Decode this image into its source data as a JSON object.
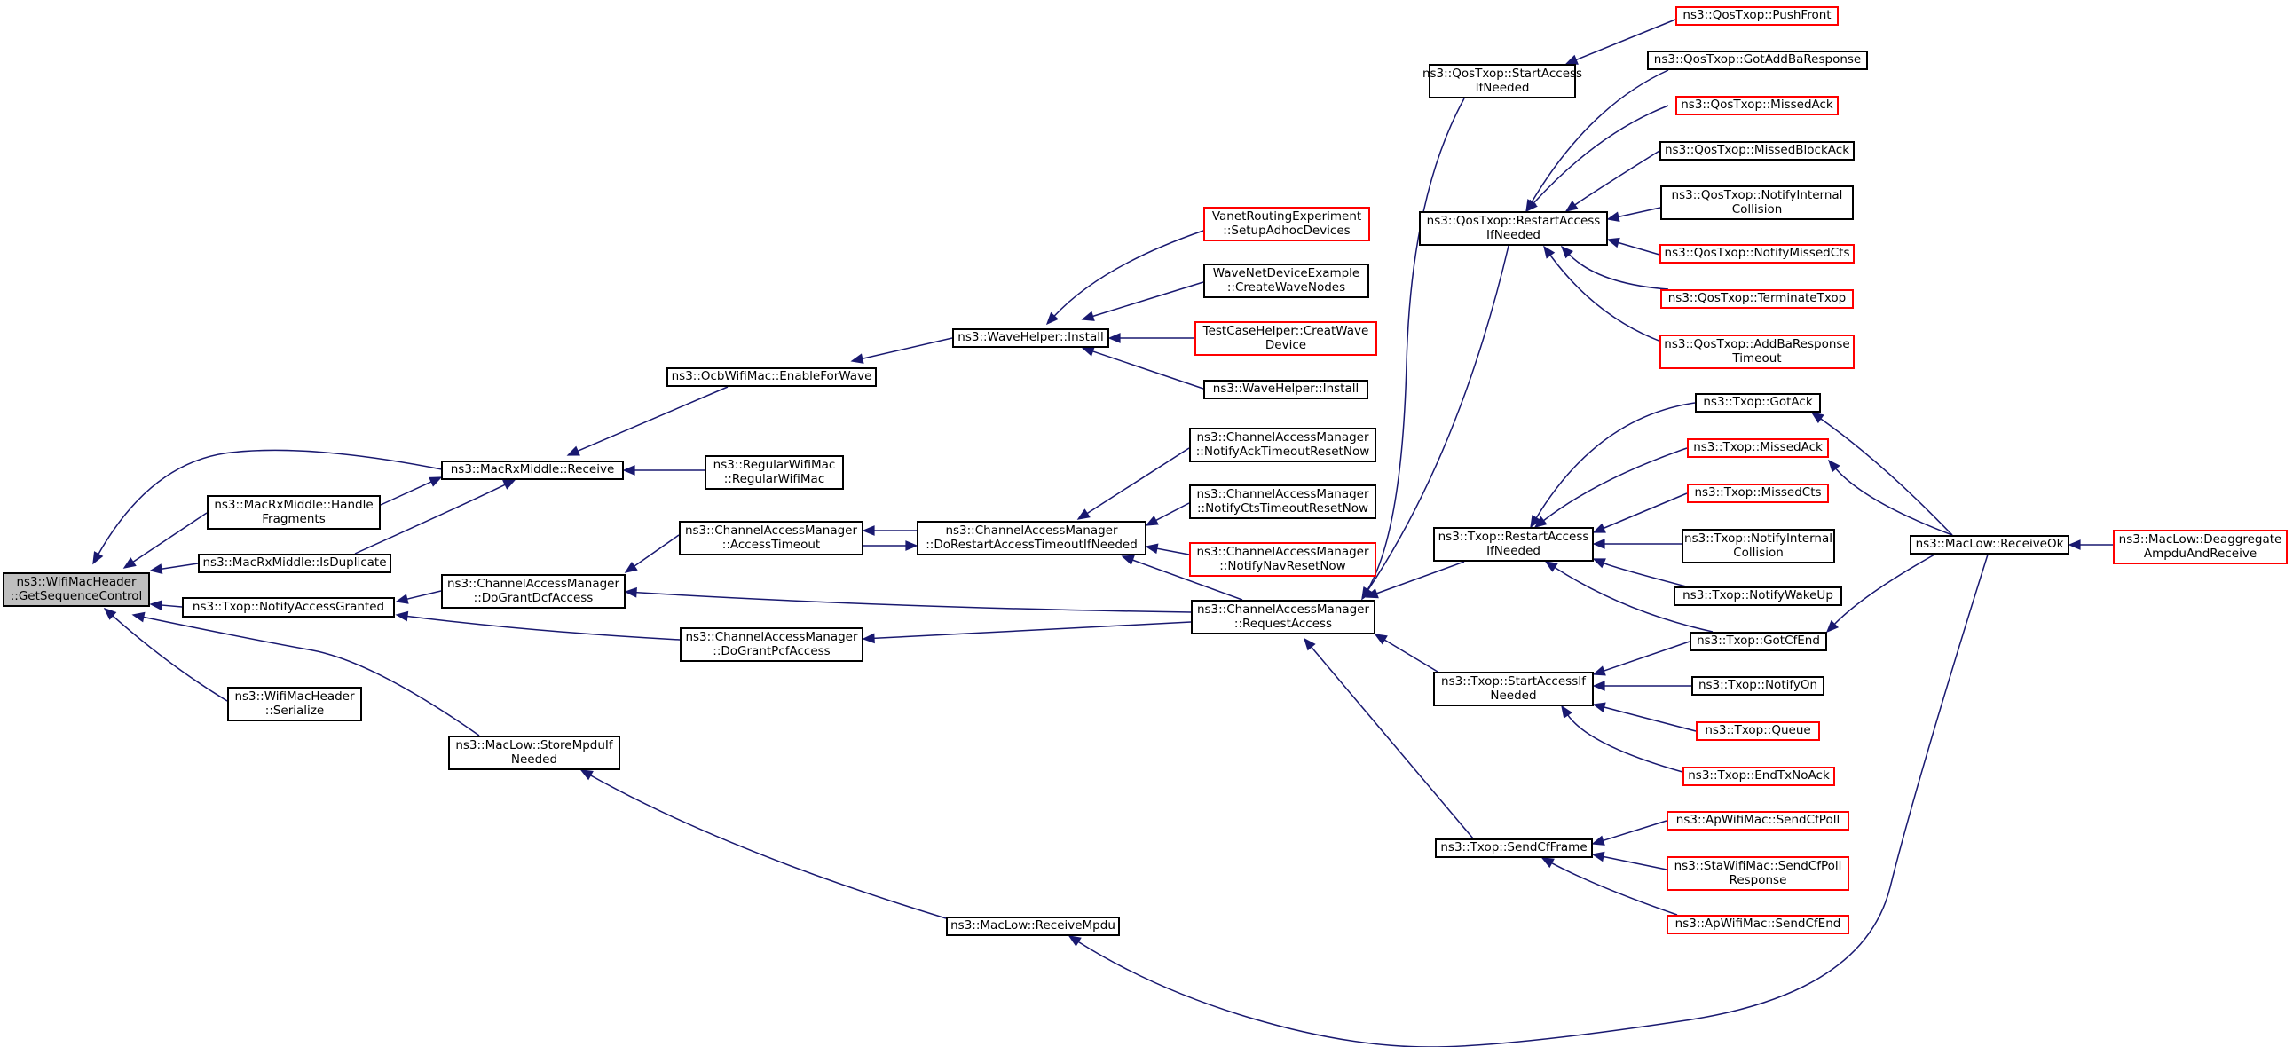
{
  "graph": {
    "type": "doxygen-caller-graph",
    "colors": {
      "edge": "#191970",
      "border_default": "#000000",
      "border_truncated": "#ff0000",
      "root_fill": "#bfbfbf"
    },
    "nodes": [
      {
        "id": "root",
        "label": "ns3::WifiMacHeader\n::GetSequenceControl",
        "style": "root"
      },
      {
        "id": "rxm_handle",
        "label": "ns3::MacRxMiddle::Handle\nFragments",
        "style": "black"
      },
      {
        "id": "rxm_isdup",
        "label": "ns3::MacRxMiddle::IsDuplicate",
        "style": "black"
      },
      {
        "id": "txop_nag",
        "label": "ns3::Txop::NotifyAccessGranted",
        "style": "black"
      },
      {
        "id": "wmh_serialize",
        "label": "ns3::WifiMacHeader\n::Serialize",
        "style": "black"
      },
      {
        "id": "rxm_receive",
        "label": "ns3::MacRxMiddle::Receive",
        "style": "black"
      },
      {
        "id": "ocb_enable",
        "label": "ns3::OcbWifiMac::EnableForWave",
        "style": "black"
      },
      {
        "id": "regular",
        "label": "ns3::RegularWifiMac\n::RegularWifiMac",
        "style": "black"
      },
      {
        "id": "cam_dcf",
        "label": "ns3::ChannelAccessManager\n::DoGrantDcfAccess",
        "style": "black"
      },
      {
        "id": "cam_pcf",
        "label": "ns3::ChannelAccessManager\n::DoGrantPcfAccess",
        "style": "black"
      },
      {
        "id": "ml_store",
        "label": "ns3::MacLow::StoreMpduIf\nNeeded",
        "style": "black"
      },
      {
        "id": "cam_accto",
        "label": "ns3::ChannelAccessManager\n::AccessTimeout",
        "style": "black"
      },
      {
        "id": "wh_install1",
        "label": "ns3::WaveHelper::Install",
        "style": "black"
      },
      {
        "id": "cam_dorestart",
        "label": "ns3::ChannelAccessManager\n::DoRestartAccessTimeoutIfNeeded",
        "style": "black"
      },
      {
        "id": "ml_rxmpdu",
        "label": "ns3::MacLow::ReceiveMpdu",
        "style": "black"
      },
      {
        "id": "vanet",
        "label": "VanetRoutingExperiment\n::SetupAdhocDevices",
        "style": "red"
      },
      {
        "id": "wavenet",
        "label": "WaveNetDeviceExample\n::CreateWaveNodes",
        "style": "black"
      },
      {
        "id": "testcase",
        "label": "TestCaseHelper::CreatWave\nDevice",
        "style": "red"
      },
      {
        "id": "wh_install2",
        "label": "ns3::WaveHelper::Install",
        "style": "black"
      },
      {
        "id": "cam_ackto",
        "label": "ns3::ChannelAccessManager\n::NotifyAckTimeoutResetNow",
        "style": "black"
      },
      {
        "id": "cam_ctsto",
        "label": "ns3::ChannelAccessManager\n::NotifyCtsTimeoutResetNow",
        "style": "black"
      },
      {
        "id": "cam_nav",
        "label": "ns3::ChannelAccessManager\n::NotifyNavResetNow",
        "style": "red"
      },
      {
        "id": "cam_req",
        "label": "ns3::ChannelAccessManager\n::RequestAccess",
        "style": "black"
      },
      {
        "id": "qt_startacc",
        "label": "ns3::QosTxop::StartAccess\nIfNeeded",
        "style": "black"
      },
      {
        "id": "qt_restart",
        "label": "ns3::QosTxop::RestartAccess\nIfNeeded",
        "style": "black"
      },
      {
        "id": "t_restart",
        "label": "ns3::Txop::RestartAccess\nIfNeeded",
        "style": "black"
      },
      {
        "id": "t_startacc",
        "label": "ns3::Txop::StartAccessIf\nNeeded",
        "style": "black"
      },
      {
        "id": "t_sendcf",
        "label": "ns3::Txop::SendCfFrame",
        "style": "black"
      },
      {
        "id": "qt_pushfront",
        "label": "ns3::QosTxop::PushFront",
        "style": "red"
      },
      {
        "id": "qt_gotaddba",
        "label": "ns3::QosTxop::GotAddBaResponse",
        "style": "black"
      },
      {
        "id": "qt_missedack",
        "label": "ns3::QosTxop::MissedAck",
        "style": "red"
      },
      {
        "id": "qt_missedblock",
        "label": "ns3::QosTxop::MissedBlockAck",
        "style": "black"
      },
      {
        "id": "qt_notifycoll",
        "label": "ns3::QosTxop::NotifyInternal\nCollision",
        "style": "black"
      },
      {
        "id": "qt_missedcts",
        "label": "ns3::QosTxop::NotifyMissedCts",
        "style": "red"
      },
      {
        "id": "qt_terminate",
        "label": "ns3::QosTxop::TerminateTxop",
        "style": "red"
      },
      {
        "id": "qt_addbato",
        "label": "ns3::QosTxop::AddBaResponse\nTimeout",
        "style": "red"
      },
      {
        "id": "t_gotack",
        "label": "ns3::Txop::GotAck",
        "style": "black"
      },
      {
        "id": "t_missedack",
        "label": "ns3::Txop::MissedAck",
        "style": "red"
      },
      {
        "id": "t_missedcts",
        "label": "ns3::Txop::MissedCts",
        "style": "red"
      },
      {
        "id": "t_notifycoll",
        "label": "ns3::Txop::NotifyInternal\nCollision",
        "style": "black"
      },
      {
        "id": "t_wakeup",
        "label": "ns3::Txop::NotifyWakeUp",
        "style": "black"
      },
      {
        "id": "t_gotcfend",
        "label": "ns3::Txop::GotCfEnd",
        "style": "black"
      },
      {
        "id": "t_notifyon",
        "label": "ns3::Txop::NotifyOn",
        "style": "black"
      },
      {
        "id": "t_queue",
        "label": "ns3::Txop::Queue",
        "style": "red"
      },
      {
        "id": "t_endtx",
        "label": "ns3::Txop::EndTxNoAck",
        "style": "red"
      },
      {
        "id": "ap_sendcfpoll",
        "label": "ns3::ApWifiMac::SendCfPoll",
        "style": "red"
      },
      {
        "id": "sta_sendcfpoll",
        "label": "ns3::StaWifiMac::SendCfPoll\nResponse",
        "style": "red"
      },
      {
        "id": "ap_sendcfend",
        "label": "ns3::ApWifiMac::SendCfEnd",
        "style": "red"
      },
      {
        "id": "ml_rxok",
        "label": "ns3::MacLow::ReceiveOk",
        "style": "black"
      },
      {
        "id": "ml_deagg",
        "label": "ns3::MacLow::Deaggregate\nAmpduAndReceive",
        "style": "red"
      }
    ],
    "edges": [
      [
        "rxm_receive",
        "root"
      ],
      [
        "rxm_handle",
        "root"
      ],
      [
        "rxm_isdup",
        "root"
      ],
      [
        "txop_nag",
        "root"
      ],
      [
        "wmh_serialize",
        "root"
      ],
      [
        "ml_store",
        "root"
      ],
      [
        "ocb_enable",
        "rxm_receive"
      ],
      [
        "regular",
        "rxm_receive"
      ],
      [
        "rxm_handle",
        "rxm_receive"
      ],
      [
        "rxm_isdup",
        "rxm_receive"
      ],
      [
        "wh_install1",
        "ocb_enable"
      ],
      [
        "vanet",
        "wh_install1"
      ],
      [
        "wavenet",
        "wh_install1"
      ],
      [
        "testcase",
        "wh_install1"
      ],
      [
        "wh_install2",
        "wh_install1"
      ],
      [
        "cam_dcf",
        "txop_nag"
      ],
      [
        "cam_pcf",
        "txop_nag"
      ],
      [
        "cam_accto",
        "cam_dcf"
      ],
      [
        "cam_req",
        "cam_dcf"
      ],
      [
        "cam_req",
        "cam_pcf"
      ],
      [
        "cam_dorestart",
        "cam_accto"
      ],
      [
        "cam_accto",
        "cam_dorestart"
      ],
      [
        "cam_ackto",
        "cam_dorestart"
      ],
      [
        "cam_ctsto",
        "cam_dorestart"
      ],
      [
        "cam_nav",
        "cam_dorestart"
      ],
      [
        "cam_req",
        "cam_dorestart"
      ],
      [
        "qt_startacc",
        "cam_req"
      ],
      [
        "qt_restart",
        "cam_req"
      ],
      [
        "t_restart",
        "cam_req"
      ],
      [
        "t_startacc",
        "cam_req"
      ],
      [
        "t_sendcf",
        "cam_req"
      ],
      [
        "qt_pushfront",
        "qt_startacc"
      ],
      [
        "qt_gotaddba",
        "qt_restart"
      ],
      [
        "qt_missedack",
        "qt_restart"
      ],
      [
        "qt_missedblock",
        "qt_restart"
      ],
      [
        "qt_notifycoll",
        "qt_restart"
      ],
      [
        "qt_missedcts",
        "qt_restart"
      ],
      [
        "qt_terminate",
        "qt_restart"
      ],
      [
        "qt_addbato",
        "qt_restart"
      ],
      [
        "t_gotack",
        "t_restart"
      ],
      [
        "t_missedack",
        "t_restart"
      ],
      [
        "t_missedcts",
        "t_restart"
      ],
      [
        "t_notifycoll",
        "t_restart"
      ],
      [
        "t_wakeup",
        "t_restart"
      ],
      [
        "t_gotcfend",
        "t_restart"
      ],
      [
        "t_gotcfend",
        "t_startacc"
      ],
      [
        "t_notifyon",
        "t_startacc"
      ],
      [
        "t_queue",
        "t_startacc"
      ],
      [
        "t_endtx",
        "t_startacc"
      ],
      [
        "ap_sendcfpoll",
        "t_sendcf"
      ],
      [
        "sta_sendcfpoll",
        "t_sendcf"
      ],
      [
        "ap_sendcfend",
        "t_sendcf"
      ],
      [
        "ml_rxok",
        "t_gotack"
      ],
      [
        "ml_rxok",
        "t_missedack"
      ],
      [
        "ml_rxok",
        "t_gotcfend"
      ],
      [
        "ml_deagg",
        "ml_rxok"
      ],
      [
        "ml_rxmpdu",
        "ml_store"
      ],
      [
        "ml_rxok",
        "ml_rxmpdu"
      ]
    ]
  }
}
